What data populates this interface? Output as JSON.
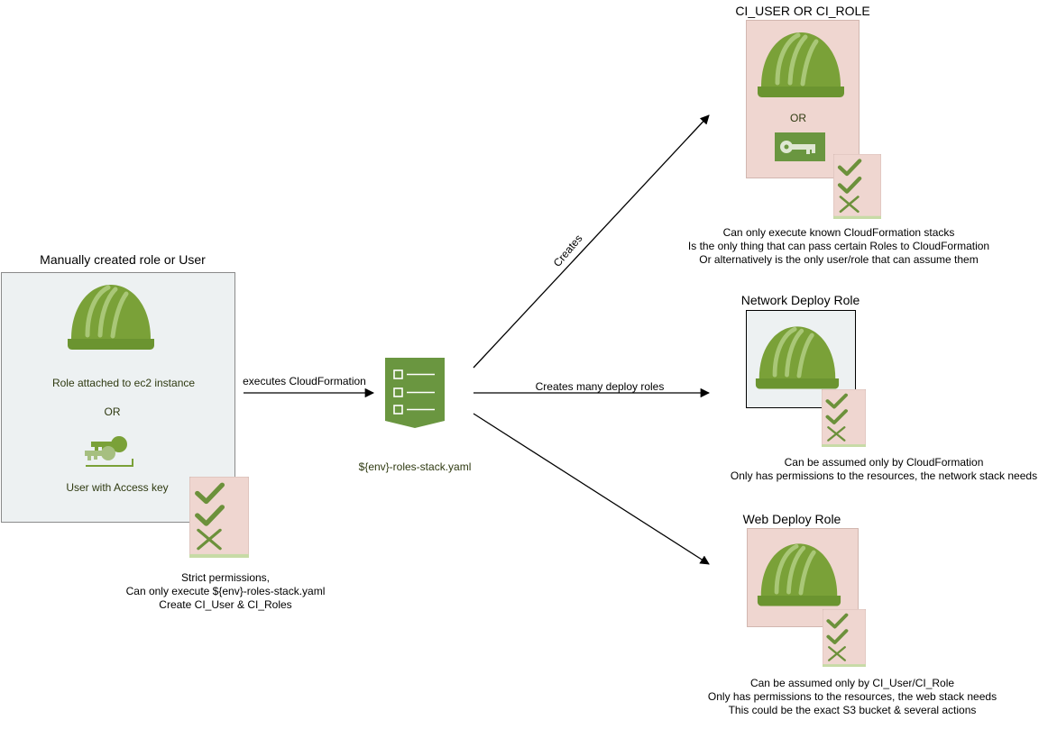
{
  "colors": {
    "helmet": "#7aa138",
    "helmet_dark": "#5b7f25",
    "check_icon": "#6c913b",
    "doc_fill": "#efd6d0",
    "panel_gray": "#edf1f2",
    "panel_pink": "#efd6d0",
    "template_green": "#6a9640",
    "key_green": "#6a9640"
  },
  "manual": {
    "title": "Manually created role or User",
    "role_label": "Role attached to ec2 instance",
    "or_label": "OR",
    "user_label": "User with Access key",
    "permissions_lines": [
      "Strict permissions,",
      "Can only execute ${env}-roles-stack.yaml",
      "Create CI_User & CI_Roles"
    ]
  },
  "center": {
    "executes_label": "executes CloudFormation",
    "template_label": "${env}-roles-stack.yaml"
  },
  "connectors": {
    "creates_label": "Creates",
    "creates_many_label": "Creates many deploy roles"
  },
  "ci": {
    "title": "CI_USER OR CI_ROLE",
    "or_label": "OR",
    "desc_lines": [
      "Can only execute known CloudFormation stacks",
      "Is the only thing that can pass certain Roles to CloudFormation",
      "Or alternatively is the only user/role that can assume them"
    ]
  },
  "network": {
    "title": "Network Deploy Role",
    "desc_lines": [
      "Can be assumed only by CloudFormation",
      "Only has permissions to the resources, the network stack needs"
    ]
  },
  "web": {
    "title": "Web Deploy Role",
    "desc_lines": [
      "Can be assumed only by CI_User/CI_Role",
      "Only has permissions to the resources, the web stack needs",
      "This could be the exact S3 bucket & several actions"
    ]
  }
}
